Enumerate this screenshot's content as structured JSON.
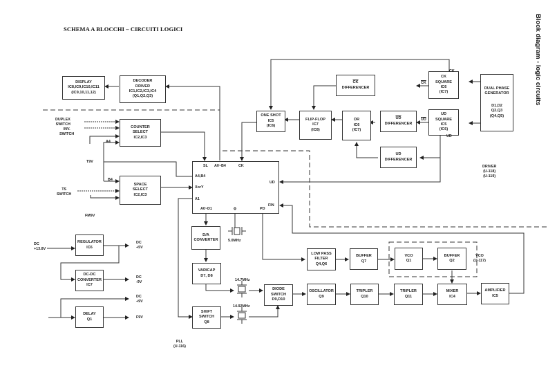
{
  "title": "SCHEMA A BLOCCHI – CIRCUITI LOGICI",
  "side_title": "Block diagram - logic circuits",
  "blocks": {
    "display": [
      "DISPLAY",
      "IC8,IC9,IC10,IC11",
      "(IC9,10,11,12)"
    ],
    "decoder": [
      "DECODER",
      "DRIVER",
      "IC1,IC2,IC3,IC4",
      "(Q1,Q2,Q3)"
    ],
    "one_shot": [
      "ONE SHOT",
      "IC5",
      "(IC6)"
    ],
    "flip_flop": [
      "FLIP-FLOP",
      "IC7",
      "(IC8)"
    ],
    "or_gate": [
      "OR",
      "IC6",
      "(IC7)"
    ],
    "ck_diff": [
      "CK",
      "DIFFERENCER"
    ],
    "ud_diff_bar": [
      "UD",
      "DIFFERENCER"
    ],
    "ud_diff": [
      "UD",
      "DIFFERENCER"
    ],
    "ck_square": [
      "CK",
      "SQUARE",
      "IC6",
      "(IC7)"
    ],
    "ud_square": [
      "UD",
      "SQUARE",
      "IC5",
      "(IC6)"
    ],
    "dual_phase": [
      "DUAL PHASE",
      "GENERATOR",
      "",
      "D1,D2",
      "Q2,Q3",
      "(Q4,Q5)"
    ],
    "counter_select": [
      "COUNTER",
      "SELECT",
      "IC2,IC3"
    ],
    "space_select": [
      "SPACE",
      "SELECT",
      "IC2,IC3"
    ],
    "pll_chip": [],
    "da_converter": [
      "D/A",
      "CONVERTER"
    ],
    "varicap": [
      "VARICAP",
      "D7, D8"
    ],
    "shift_switch": [
      "SHIFT",
      "SWITCH",
      "Q8"
    ],
    "diode_switch": [
      "DIODE",
      "SWITCH",
      "D9,D10"
    ],
    "low_pass": [
      "LOW PASS",
      "FILTER",
      "Q4,Q6"
    ],
    "buffer_q7": [
      "BUFFER",
      "Q7"
    ],
    "vco_q1": [
      "VCO",
      "Q1"
    ],
    "buffer_q2": [
      "BUFFER",
      "Q2"
    ],
    "oscillator": [
      "OSCILLATOR",
      "Q9"
    ],
    "tripler_q10": [
      "TRIPLER",
      "Q10"
    ],
    "tripler_q11": [
      "TRIPLER",
      "Q11"
    ],
    "mixer": [
      "MIXER",
      "IC4"
    ],
    "amplifier": [
      "AMPLIFIER",
      "IC5"
    ],
    "regulator": [
      "REGULATOR",
      "IC6"
    ],
    "dcdc": [
      "DC-DC",
      "CONVERTER",
      "IC7"
    ],
    "delay": [
      "DELAY",
      "Q1"
    ]
  },
  "pins": {
    "sl": "SL",
    "a0b4": "A0~B4",
    "ck": "CK",
    "a4b4": "A4,B4",
    "xory": "XorY",
    "a1": "A1",
    "a0d1": "A0~D1",
    "phi": "ϕ",
    "pd": "PD",
    "ud": "UD",
    "fin": "FIN"
  },
  "labels": {
    "duplex": [
      "DUPLEX",
      "SWITCH"
    ],
    "inv": [
      "INV.",
      "SWITCH"
    ],
    "a4": "A4",
    "b4": "B4",
    "t9v": "T9V",
    "ts": [
      "TS",
      "SWITCH"
    ],
    "fm9v": "FM9V",
    "ck_top": "CK",
    "ck_bar": "CK",
    "ud_bar": "UD",
    "ud_out": "UD",
    "xtal_5": "5.0MHz",
    "xtal_147": "14.7MHz",
    "xtal_1492": "14.92MHz",
    "driver": [
      "DRIVER",
      "(U-118)",
      "(U-119)"
    ],
    "vco_unit": [
      "VCO",
      "(U-117)"
    ],
    "pll_unit": [
      "PLL",
      "(U-116)"
    ],
    "dc_in": [
      "DC",
      "+13.8V"
    ],
    "dc_5v": [
      "DC",
      "+5V"
    ],
    "dc_m9v": [
      "DC",
      "-9V"
    ],
    "dc_9v": [
      "DC",
      "+9V"
    ],
    "f9v": "F9V"
  }
}
